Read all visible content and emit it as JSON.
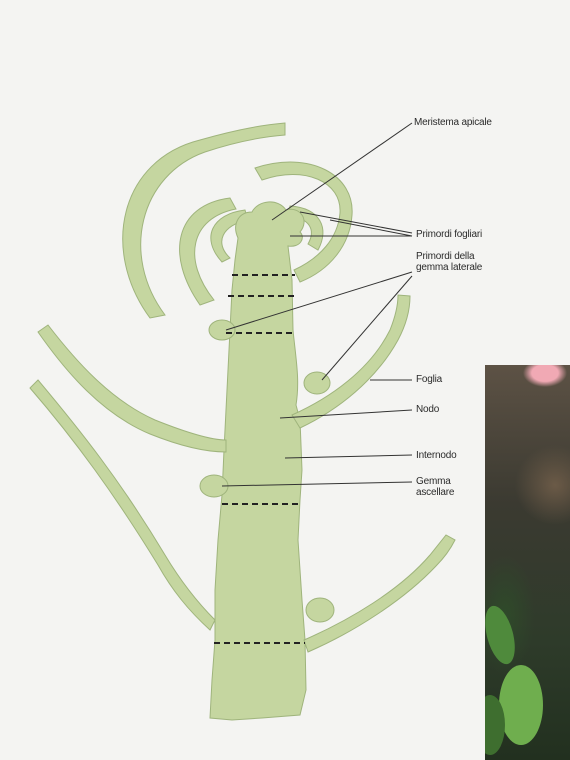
{
  "diagram": {
    "labels": {
      "meristema": "Meristema apicale",
      "primordi_foglia": "Primordi fogliari",
      "primordi_gemma": "Primordi della gemma laterale",
      "foglia": "Foglia",
      "nodo": "Nodo",
      "internodo": "Internodo",
      "gemma_ascellare": "Gemma ascellare"
    },
    "colors": {
      "plant_fill": "#c5d6a0",
      "plant_stroke": "#9fb47c",
      "leader_line": "#333333",
      "node_dash": "#222222"
    }
  }
}
